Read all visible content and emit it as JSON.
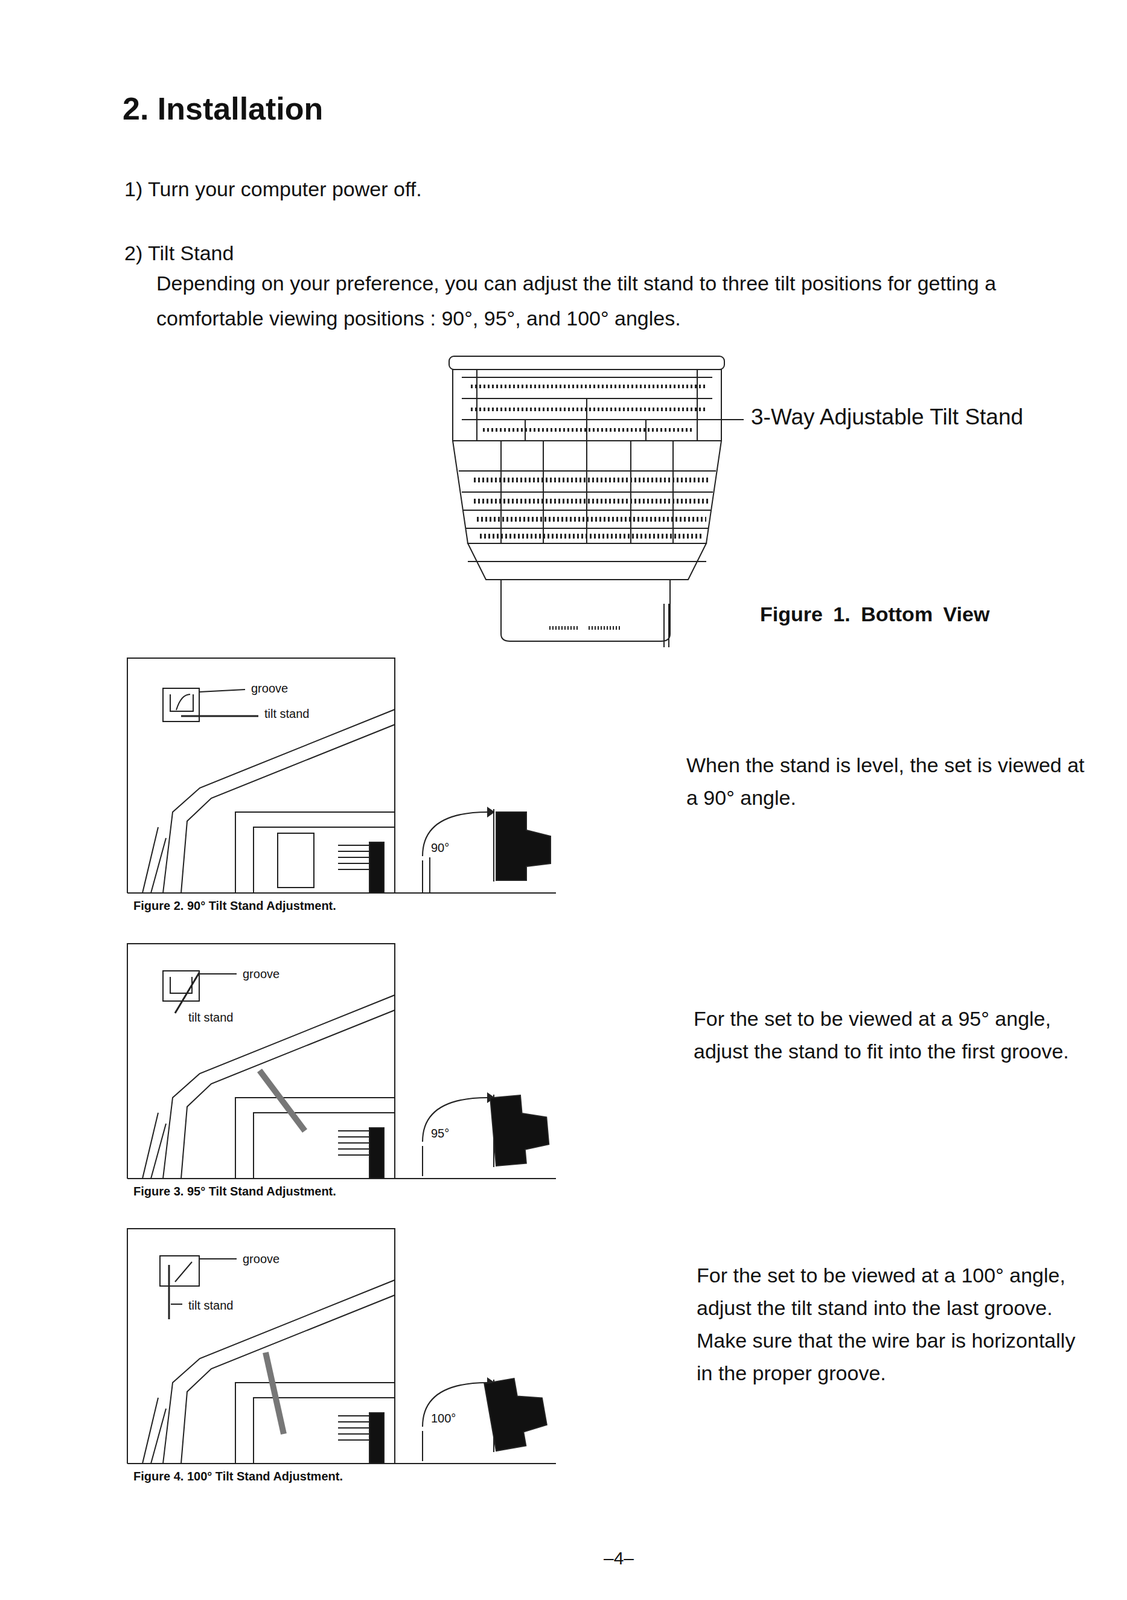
{
  "diagram": {
    "title": "2. Installation",
    "labels": [
      "1) Turn your computer power off.",
      "2) Tilt Stand",
      "Depending on your preference, you can adjust the tilt stand to three tilt positions for getting a comfortable viewing positions : 90°, 95°, and 100° angles.",
      "3-Way Adjustable Tilt Stand",
      "Figure 1. Bottom View",
      "groove",
      "tilt stand",
      "90°",
      "Figure 2. 90° Tilt Stand Adjustment.",
      "When the stand is level, the set is viewed at a 90° angle.",
      "groove",
      "tilt stand",
      "95°",
      "Figure 3. 95° Tilt Stand Adjustment.",
      "For the set to be viewed at a 95° angle, adjust the stand to fit into the first groove.",
      "groove",
      "tilt stand",
      "100°",
      "Figure 4. 100° Tilt Stand Adjustment.",
      "For the set to be viewed at a 100° angle, adjust the tilt stand into the last groove. Make sure that the wire bar is horizontally in the proper groove.",
      "–4–"
    ]
  }
}
